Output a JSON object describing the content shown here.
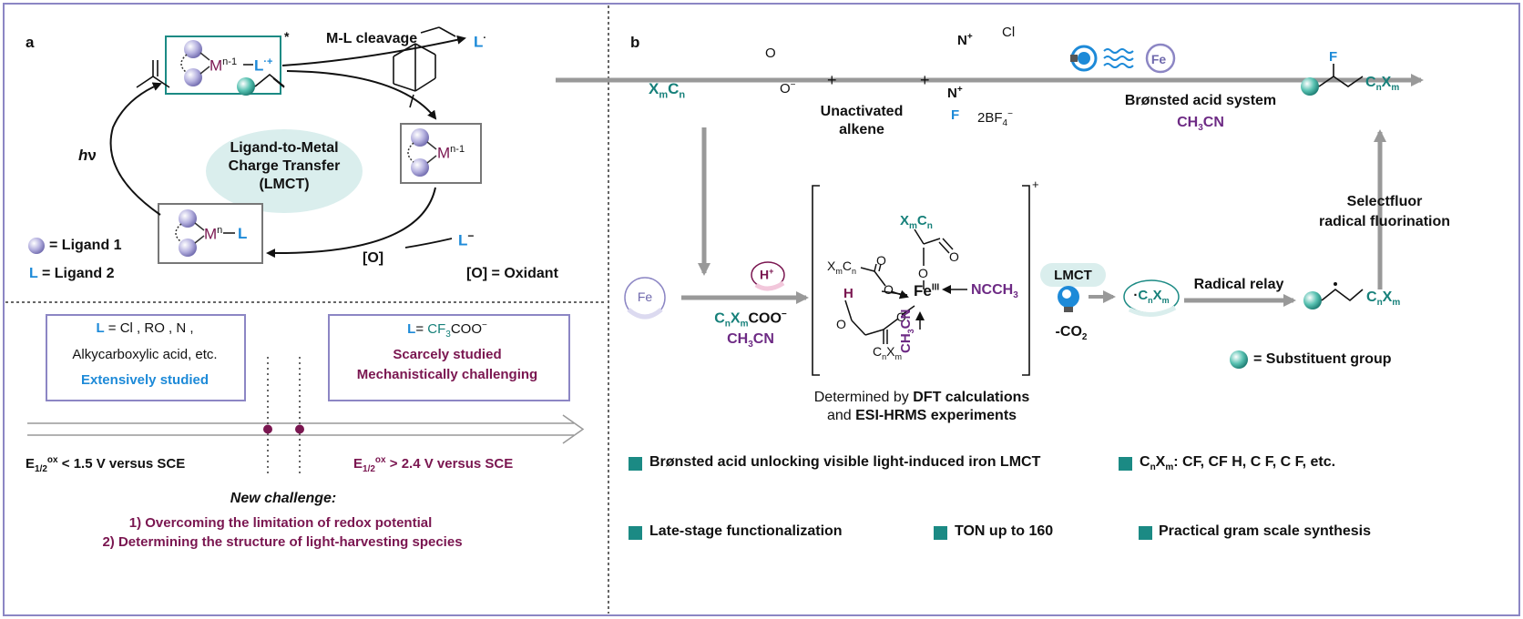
{
  "panel_a": {
    "tag": "a",
    "metal_n1": "M",
    "sup_n1": "n-1",
    "ligand2": "L",
    "radical_cation_mark": "·+",
    "excited_mark": "*",
    "metal_n": "M",
    "sup_n": "n",
    "ml_cleavage": "M-L cleavage",
    "l_radical": "L",
    "radical_dot": "·",
    "hv_h": "h",
    "hv_nu": "ν",
    "lmct_line1": "Ligand-to-Metal",
    "lmct_line2": "Charge Transfer",
    "lmct_line3": "(LMCT)",
    "l_anion": "L",
    "minus": "−",
    "oxidant_short": "[O]",
    "oxidant_def": "[O] = Oxidant",
    "legend_ligand1": "= Ligand 1",
    "legend_L": "L",
    "legend_ligand2": "= Ligand 2",
    "box_left_L": "L",
    "box_left_line1_rest": "= Cl , RO , N ,",
    "box_left_line2": "Alkycarboxylic acid, etc.",
    "box_left_line3": "Extensively studied",
    "box_right_L": "L",
    "box_right_eq": "= ",
    "box_right_cf3": "CF",
    "box_right_3": "3",
    "box_right_coo": "COO",
    "box_right_line2": "Scarcely studied",
    "box_right_line3": "Mechanistically challenging",
    "e_left_main": "E",
    "e_sub": "1/2",
    "e_sup": "ox",
    "e_left_rest": " < 1.5 V versus SCE",
    "e_right_main": "E",
    "e_right_rest": " > 2.4 V versus SCE",
    "challenge_title": "New challenge:",
    "challenge_1": "1) Overcoming the limitation of redox potential",
    "challenge_2": "2) Determining the structure of light-harvesting species"
  },
  "panel_b": {
    "tag": "b",
    "xm": "X",
    "m": "m",
    "cn": "C",
    "n": "n",
    "o_minus": "O",
    "plus": "+",
    "unactivated_1": "Unactivated",
    "unactivated_2": "alkene",
    "selectfluor_N": "N",
    "selectfluor_Cl": "Cl",
    "selectfluor_F": "F",
    "bf4": "2BF",
    "bf4_sub": "4",
    "fe": "Fe",
    "bronsted_system": "Brønsted acid system",
    "ch3cn": "CH",
    "ch3cn_3": "3",
    "ch3cn_cn": "CN",
    "product_F": "F",
    "selectfluor_label1": "Selectfluor",
    "selectfluor_label2": "radical fluorination",
    "h_plus": "H",
    "reagent_coo": "COO",
    "complex_fe": "Fe",
    "complex_ox": "III",
    "ncch3": "NCCH",
    "complex_H": "H",
    "O": "O",
    "complex_charge": "+",
    "lmct": "LMCT",
    "minus_co2": "-CO",
    "co2_sub": "2",
    "radical_relay": "Radical relay",
    "substituent": "= Substituent group",
    "determined_1": "Determined by ",
    "dft": "DFT calculations",
    "determined_2": "and ",
    "esi": "ESI-HRMS experiments",
    "feature_1": "Brønsted acid unlocking visible light-induced iron LMCT",
    "feature_2_rest": ": CF, CF H, C F, C F, etc.",
    "feature_3": "Late-stage functionalization",
    "feature_4": "TON up to 160",
    "feature_5": "Practical gram scale synthesis"
  },
  "colors": {
    "blue": "#1d8ad8",
    "teal": "#16807a",
    "plum": "#7a1650",
    "purple": "#6d2a84",
    "frame": "#8c86c4",
    "bullet": "#1b8a84"
  }
}
